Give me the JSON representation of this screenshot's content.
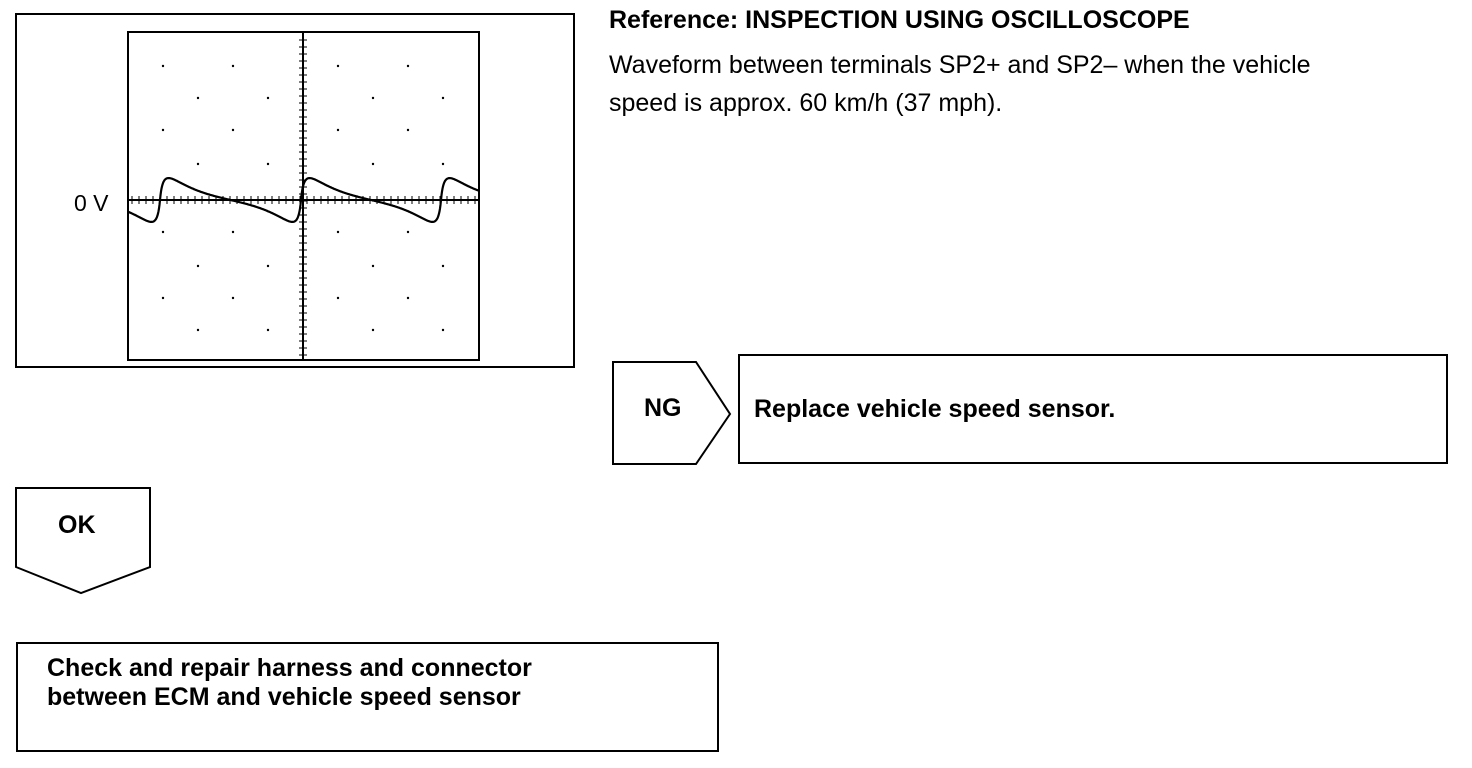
{
  "oscilloscope": {
    "zero_label": "0 V"
  },
  "reference": {
    "title": "Reference: INSPECTION USING OSCILLOSCOPE",
    "description_line1": "Waveform between terminals SP2+ and SP2– when the vehicle",
    "description_line2": "speed is approx. 60 km/h (37 mph)."
  },
  "ng_branch": {
    "label": "NG",
    "action": "Replace vehicle speed sensor."
  },
  "ok_branch": {
    "label": "OK",
    "action_line1": "Check and repair harness and connector",
    "action_line2": "between ECM and vehicle speed sensor"
  }
}
